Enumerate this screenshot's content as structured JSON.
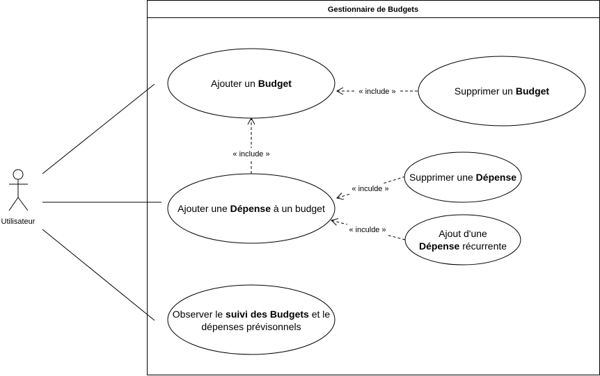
{
  "diagram": {
    "system": {
      "title": "Gestionnaire de Budgets"
    },
    "actor": {
      "label": "Utilisateur"
    },
    "use_cases": {
      "ajouter_budget": {
        "pre": "Ajouter un ",
        "bold": "Budget"
      },
      "supprimer_budget": {
        "pre": "Supprimer un ",
        "bold": "Budget"
      },
      "ajouter_depense": {
        "pre": "Ajouter une ",
        "bold": "Dépense",
        "post": " à un budget"
      },
      "supprimer_depense": {
        "pre": "Supprimer une ",
        "bold": "Dépense"
      },
      "ajout_recurrente": {
        "line1": "Ajout d'une",
        "bold": "Dépense",
        "post": " récurrente"
      },
      "observer": {
        "pre": "Observer le ",
        "bold": "suivi des Budgets",
        "post": " et le",
        "line2": "dépenses prévisonnels"
      }
    },
    "relations": {
      "include_1": "« include »",
      "include_2": "« include »",
      "include_3": "« inculde »",
      "include_4": "« inculde »"
    },
    "colors": {
      "stroke": "#000000",
      "background": "#ffffff"
    }
  }
}
